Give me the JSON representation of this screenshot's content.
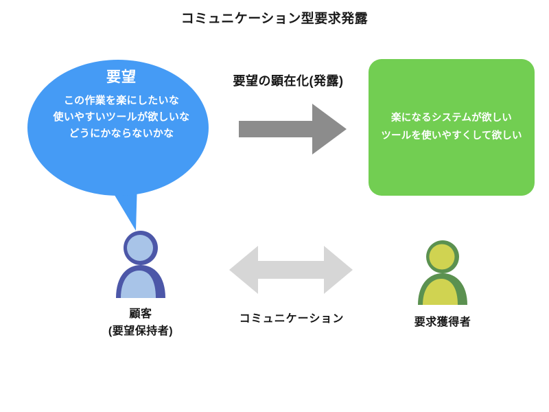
{
  "title": "コミュニケーション型要求発露",
  "colors": {
    "bubble_blue": "#459bf5",
    "box_green": "#72ce52",
    "arrow_gray": "#8c8c8c",
    "double_arrow_gray": "#d6d6d6",
    "customer_outer": "#4c57a8",
    "customer_inner": "#a8c4e8",
    "engineer_outer": "#5b9150",
    "engineer_inner": "#d0d351",
    "text_dark": "#161616",
    "text_light": "#ffffff",
    "background": "#ffffff"
  },
  "speech_bubble": {
    "heading": "要望",
    "lines": [
      "この作業を楽にしたいな",
      "使いやすいツールが欲しいな",
      "どうにかならないかな"
    ]
  },
  "elicitation": {
    "label": "要望の顕在化(発露)",
    "icon": "right-arrow-icon"
  },
  "requirement_box": {
    "lines": [
      "楽になるシステムが欲しい",
      "ツールを使いやすくして欲しい"
    ]
  },
  "communication": {
    "label": "コミュニケーション",
    "icon": "double-headed-arrow-icon"
  },
  "actors": {
    "customer": {
      "icon": "person-icon",
      "name": "顧客",
      "role": "(要望保持者)"
    },
    "engineer": {
      "icon": "person-icon",
      "name": "要求獲得者"
    }
  }
}
